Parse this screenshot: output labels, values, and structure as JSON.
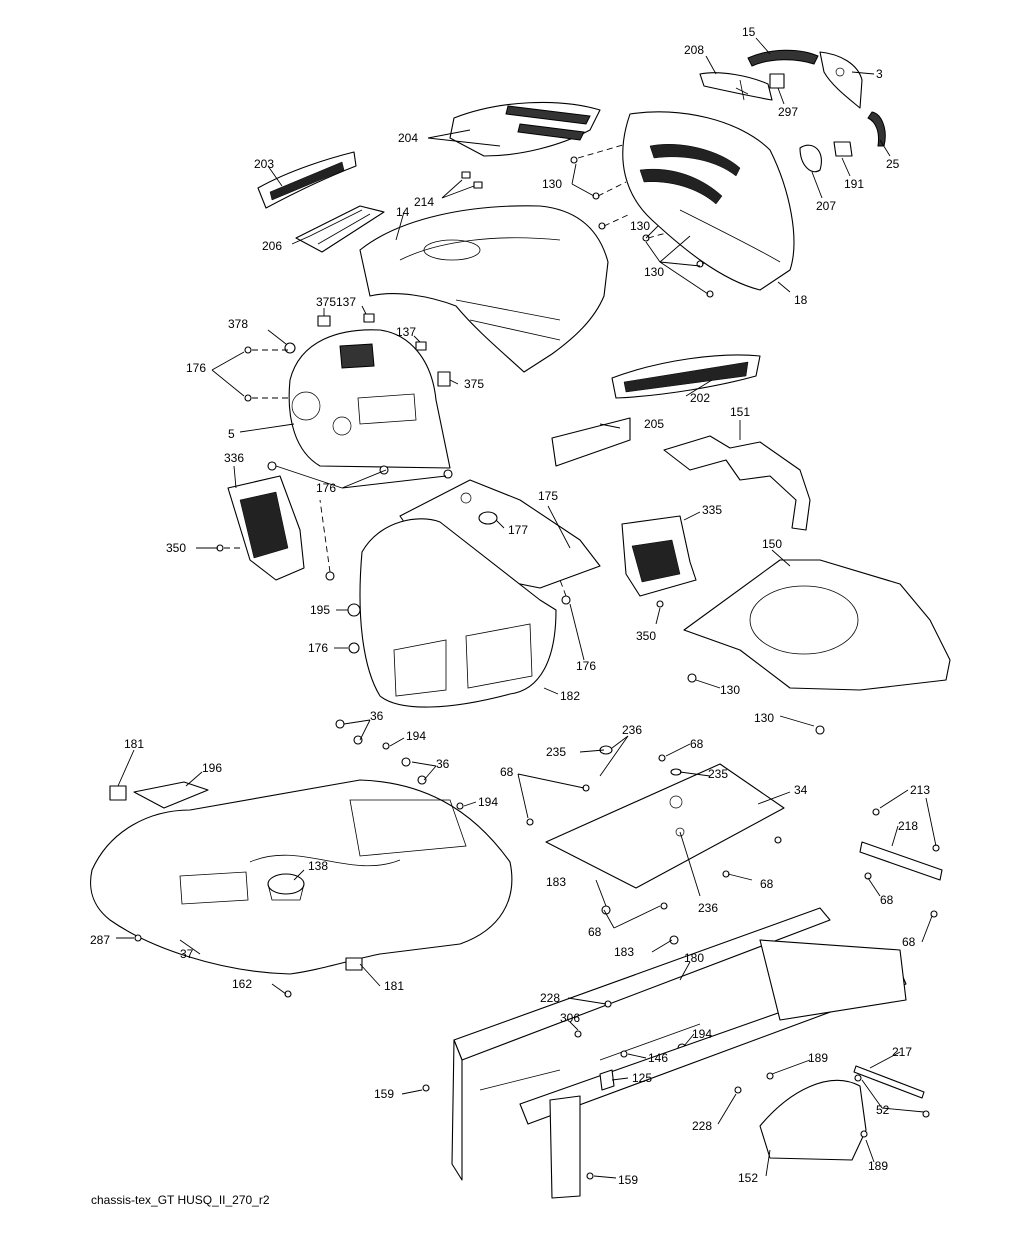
{
  "caption": "chassis-tex_GT HUSQ_II_270_r2",
  "labels": {
    "l15": "15",
    "l208": "208",
    "l3": "3",
    "l297": "297",
    "l25": "25",
    "l191": "191",
    "l207": "207",
    "l204": "204",
    "l203": "203",
    "l214": "214",
    "l14": "14",
    "l206": "206",
    "l130a": "130",
    "l130b": "130",
    "l130c": "130",
    "l18": "18",
    "l375a": "375",
    "l137a": "137",
    "l137b": "137",
    "l378": "378",
    "l176a": "176",
    "l375b": "375",
    "l5": "5",
    "l202": "202",
    "l205": "205",
    "l151": "151",
    "l336": "336",
    "l176b": "176",
    "l175": "175",
    "l177": "177",
    "l350a": "350",
    "l335": "335",
    "l150": "150",
    "l195": "195",
    "l176c": "176",
    "l350b": "350",
    "l176d": "176",
    "l182": "182",
    "l130d": "130",
    "l130e": "130",
    "l36a": "36",
    "l181a": "181",
    "l196": "196",
    "l194a": "194",
    "l36b": "36",
    "l194b": "194",
    "l236a": "236",
    "l235a": "235",
    "l68a": "68",
    "l68b": "68",
    "l235b": "235",
    "l34": "34",
    "l213": "213",
    "l218": "218",
    "l138": "138",
    "l183a": "183",
    "l68c": "68",
    "l68d": "68",
    "l236b": "236",
    "l183b": "183",
    "l68e": "68",
    "l68f": "68",
    "l287": "287",
    "l37": "37",
    "l180": "180",
    "l162": "162",
    "l181b": "181",
    "l228a": "228",
    "l306": "306",
    "l194c": "194",
    "l146": "146",
    "l125": "125",
    "l189a": "189",
    "l217": "217",
    "l159a": "159",
    "l52": "52",
    "l228b": "228",
    "l152": "152",
    "l189b": "189",
    "l159b": "159"
  }
}
